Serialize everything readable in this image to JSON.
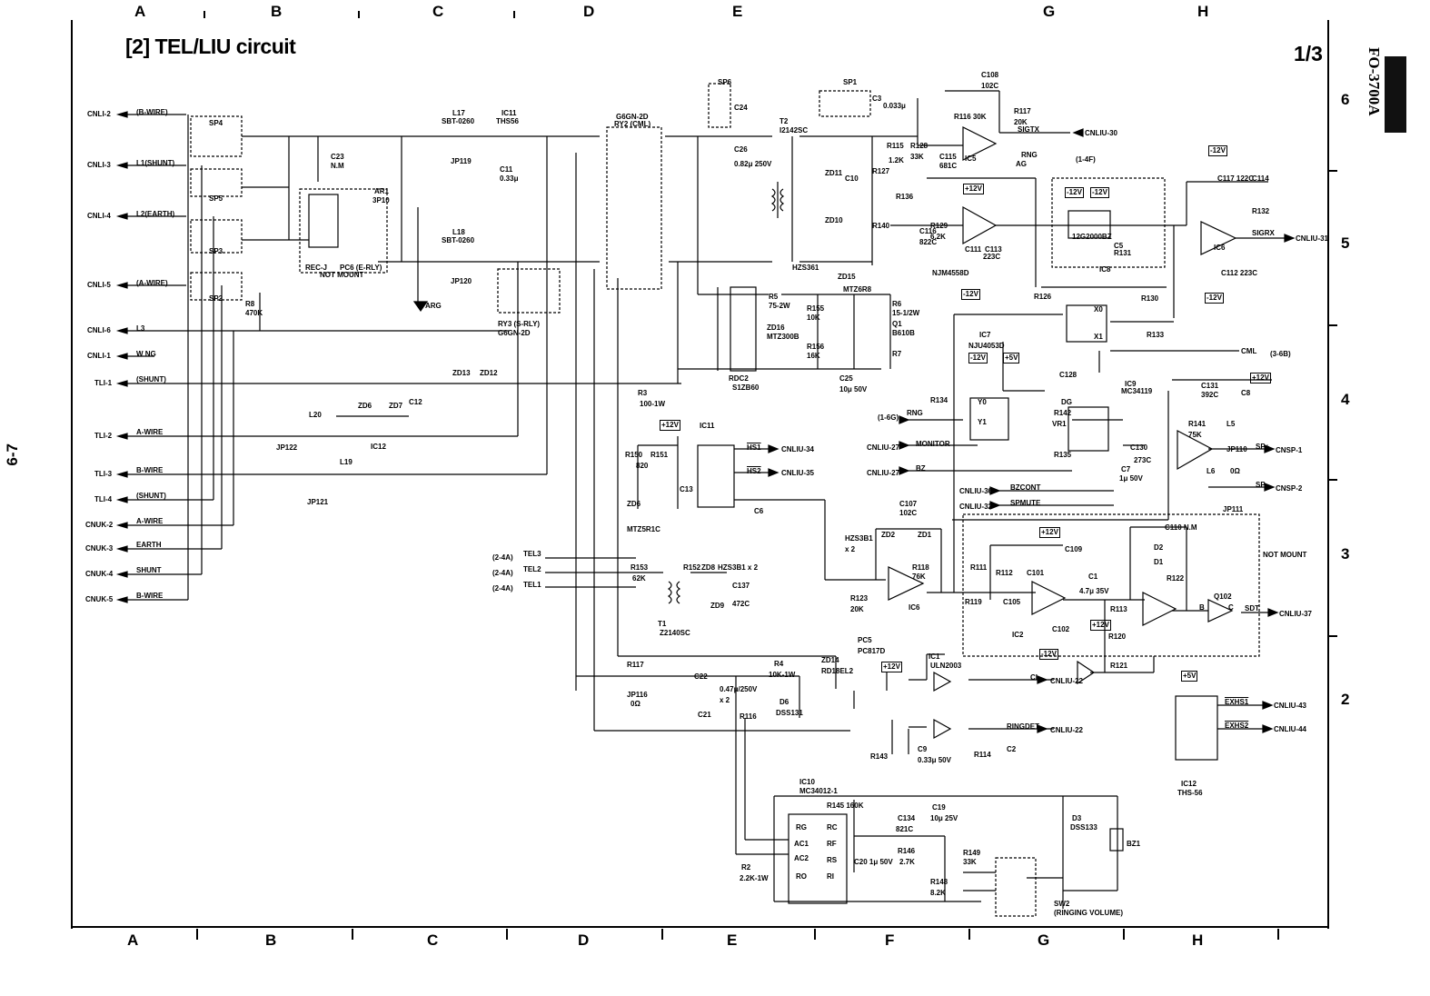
{
  "title": "[2] TEL/LIU circuit",
  "page": "1/3",
  "model": "FO-3700A",
  "page_number": "6-7",
  "zones_top": [
    "A",
    "B",
    "C",
    "D",
    "E",
    "G",
    "H"
  ],
  "zones_bottom": [
    "A",
    "B",
    "C",
    "D",
    "E",
    "F",
    "G",
    "H"
  ],
  "rows": [
    "6",
    "5",
    "4",
    "3",
    "2"
  ],
  "connectors_left": [
    {
      "name": "CNLI-2",
      "signal": "(B-WIRE)"
    },
    {
      "name": "CNLI-3",
      "signal": "L1(SHUNT)"
    },
    {
      "name": "CNLI-4",
      "signal": "L2(EARTH)"
    },
    {
      "name": "CNLI-5",
      "signal": "(A-WIRE)"
    },
    {
      "name": "CNLI-6",
      "signal": "L3"
    },
    {
      "name": "CNLI-1",
      "signal": "W NG"
    },
    {
      "name": "TLI-1",
      "signal": "(SHUNT)"
    },
    {
      "name": "TLI-2",
      "signal": "A-WIRE"
    },
    {
      "name": "TLI-3",
      "signal": "B-WIRE"
    },
    {
      "name": "TLI-4",
      "signal": "(SHUNT)"
    },
    {
      "name": "CNUK-2",
      "signal": "A-WIRE"
    },
    {
      "name": "CNUK-3",
      "signal": "EARTH"
    },
    {
      "name": "CNUK-4",
      "signal": "SHUNT"
    },
    {
      "name": "CNUK-5",
      "signal": "B-WIRE"
    }
  ],
  "tel_inputs": [
    {
      "ref": "(2-4A)",
      "signal": "TEL3"
    },
    {
      "ref": "(2-4A)",
      "signal": "TEL2"
    },
    {
      "ref": "(2-4A)",
      "signal": "TEL1"
    }
  ],
  "outputs_right": [
    {
      "signal": "SIGTX",
      "dest": "CNLIU-30"
    },
    {
      "signal": "RNG",
      "dest": "(1-4F)"
    },
    {
      "signal": "SIGRX",
      "dest": "CNLIU-31"
    },
    {
      "signal": "CML",
      "dest": "(3-6B)"
    },
    {
      "signal": "SP+",
      "dest": "CNSP-1"
    },
    {
      "signal": "SP-",
      "dest": "CNSP-2"
    },
    {
      "signal": "SDT",
      "dest": "CNLIU-37"
    },
    {
      "signal": "CI",
      "dest": "CNLIU-22"
    },
    {
      "signal": "RINGDET",
      "dest": "CNLIU-22"
    },
    {
      "signal": "EXHS1",
      "dest": "CNLIU-43"
    },
    {
      "signal": "EXHS2",
      "dest": "CNLIU-44"
    },
    {
      "signal": "HS1",
      "dest": "CNLIU-34"
    },
    {
      "signal": "HS2",
      "dest": "CNLIU-35"
    }
  ],
  "inputs_right": [
    {
      "ref": "(1-6G)",
      "signal": "RNG"
    },
    {
      "ref": "CNLIU-27",
      "signal": "MONITOR"
    },
    {
      "ref": "CNLIU-27",
      "signal": "BZ"
    },
    {
      "ref": "CNLIU-36",
      "signal": "BZCONT"
    },
    {
      "ref": "CNLIU-32",
      "signal": "SPMUTE"
    }
  ],
  "components": [
    {
      "text": "SP4"
    },
    {
      "text": "SP5"
    },
    {
      "text": "SP3"
    },
    {
      "text": "SP2"
    },
    {
      "text": "C23"
    },
    {
      "text": "N.M"
    },
    {
      "text": "AR1"
    },
    {
      "text": "3P10"
    },
    {
      "text": "REC-J"
    },
    {
      "text": "PC6 (E-RLY)"
    },
    {
      "text": "NOT MOUNT"
    },
    {
      "text": "ARG"
    },
    {
      "text": "R8"
    },
    {
      "text": "470K"
    },
    {
      "text": "L17"
    },
    {
      "text": "SBT-0260"
    },
    {
      "text": "IC11"
    },
    {
      "text": "THS56"
    },
    {
      "text": "JP119"
    },
    {
      "text": "C11"
    },
    {
      "text": "0.33μ"
    },
    {
      "text": "L18"
    },
    {
      "text": "SBT-0260"
    },
    {
      "text": "JP120"
    },
    {
      "text": "RY2 (CML)"
    },
    {
      "text": "G6GN-2D"
    },
    {
      "text": "RY3 (S-RLY)"
    },
    {
      "text": "G6GN-2D"
    },
    {
      "text": "SP6"
    },
    {
      "text": "C24"
    },
    {
      "text": "C26"
    },
    {
      "text": "0.82μ 250V"
    },
    {
      "text": "T2"
    },
    {
      "text": "I2142SC"
    },
    {
      "text": "SP1"
    },
    {
      "text": "C3"
    },
    {
      "text": "0.033μ"
    },
    {
      "text": "C108"
    },
    {
      "text": "102C"
    },
    {
      "text": "R116 30K"
    },
    {
      "text": "R117"
    },
    {
      "text": "20K"
    },
    {
      "text": "R115"
    },
    {
      "text": "1.2K"
    },
    {
      "text": "R128"
    },
    {
      "text": "33K"
    },
    {
      "text": "C115"
    },
    {
      "text": "681C"
    },
    {
      "text": "IC5"
    },
    {
      "text": "AG"
    },
    {
      "text": "ZD11"
    },
    {
      "text": "ZD10"
    },
    {
      "text": "C10"
    },
    {
      "text": "R127"
    },
    {
      "text": "R140"
    },
    {
      "text": "HZS361"
    },
    {
      "text": "ZD15"
    },
    {
      "text": "R136"
    },
    {
      "text": "C116"
    },
    {
      "text": "822C"
    },
    {
      "text": "R129"
    },
    {
      "text": "6.2K"
    },
    {
      "text": "C111"
    },
    {
      "text": "C113"
    },
    {
      "text": "223C"
    },
    {
      "text": "NJM4558D"
    },
    {
      "text": "12G2000BZ"
    },
    {
      "text": "IC8"
    },
    {
      "text": "C5"
    },
    {
      "text": "R131"
    },
    {
      "text": "C117 122C"
    },
    {
      "text": "C114"
    },
    {
      "text": "R132"
    },
    {
      "text": "IC6"
    },
    {
      "text": "C112 223C"
    },
    {
      "text": "R130"
    },
    {
      "text": "R133"
    },
    {
      "text": "R5"
    },
    {
      "text": "75-2W"
    },
    {
      "text": "ZD16"
    },
    {
      "text": "MTZ300B"
    },
    {
      "text": "R155"
    },
    {
      "text": "10K"
    },
    {
      "text": "R156"
    },
    {
      "text": "16K"
    },
    {
      "text": "MTZ6R8"
    },
    {
      "text": "R6"
    },
    {
      "text": "15-1/2W"
    },
    {
      "text": "Q1"
    },
    {
      "text": "B610B"
    },
    {
      "text": "R7"
    },
    {
      "text": "C25"
    },
    {
      "text": "10μ 50V"
    },
    {
      "text": "RDC2"
    },
    {
      "text": "S1ZB60"
    },
    {
      "text": "R3"
    },
    {
      "text": "100-1W"
    },
    {
      "text": "ZD13"
    },
    {
      "text": "ZD12"
    },
    {
      "text": "R126"
    },
    {
      "text": "IC7"
    },
    {
      "text": "NJU4053D"
    },
    {
      "text": "X0"
    },
    {
      "text": "X1"
    },
    {
      "text": "C128"
    },
    {
      "text": "DG"
    },
    {
      "text": "R134"
    },
    {
      "text": "Y0"
    },
    {
      "text": "Y1"
    },
    {
      "text": "R142"
    },
    {
      "text": "VR1"
    },
    {
      "text": "R135"
    },
    {
      "text": "IC9"
    },
    {
      "text": "MC34119"
    },
    {
      "text": "C131"
    },
    {
      "text": "392C"
    },
    {
      "text": "C8"
    },
    {
      "text": "R141"
    },
    {
      "text": "75K"
    },
    {
      "text": "L5"
    },
    {
      "text": "JP110"
    },
    {
      "text": "0Ω"
    },
    {
      "text": "C130"
    },
    {
      "text": "273C"
    },
    {
      "text": "C7"
    },
    {
      "text": "1μ 50V"
    },
    {
      "text": "L6"
    },
    {
      "text": "JP111"
    },
    {
      "text": "L20"
    },
    {
      "text": "ZD6"
    },
    {
      "text": "ZD7"
    },
    {
      "text": "C12"
    },
    {
      "text": "IC12"
    },
    {
      "text": "JP122"
    },
    {
      "text": "L19"
    },
    {
      "text": "JP121"
    },
    {
      "text": "R150"
    },
    {
      "text": "R151"
    },
    {
      "text": "820"
    },
    {
      "text": "IC11"
    },
    {
      "text": "C13"
    },
    {
      "text": "ZD6"
    },
    {
      "text": "MTZ5R1C"
    },
    {
      "text": "C6"
    },
    {
      "text": "C107"
    },
    {
      "text": "102C"
    },
    {
      "text": "ZD2"
    },
    {
      "text": "ZD1"
    },
    {
      "text": "HZS3B1"
    },
    {
      "text": "x 2"
    },
    {
      "text": "R118"
    },
    {
      "text": "76K"
    },
    {
      "text": "R123"
    },
    {
      "text": "20K"
    },
    {
      "text": "IC6"
    },
    {
      "text": "R111"
    },
    {
      "text": "R112"
    },
    {
      "text": "C101"
    },
    {
      "text": "C109"
    },
    {
      "text": "R119"
    },
    {
      "text": "C105"
    },
    {
      "text": "IC2"
    },
    {
      "text": "C102"
    },
    {
      "text": "C1"
    },
    {
      "text": "4.7μ 35V"
    },
    {
      "text": "R113"
    },
    {
      "text": "R120"
    },
    {
      "text": "R121"
    },
    {
      "text": "C110 N.M"
    },
    {
      "text": "D2"
    },
    {
      "text": "D1"
    },
    {
      "text": "R122"
    },
    {
      "text": "Q102"
    },
    {
      "text": "B"
    },
    {
      "text": "C"
    },
    {
      "text": "NOT MOUNT"
    },
    {
      "text": "R153"
    },
    {
      "text": "62K"
    },
    {
      "text": "R152"
    },
    {
      "text": "ZD8"
    },
    {
      "text": "HZS3B1 x 2"
    },
    {
      "text": "C137"
    },
    {
      "text": "472C"
    },
    {
      "text": "ZD9"
    },
    {
      "text": "T1"
    },
    {
      "text": "Z2140SC"
    },
    {
      "text": "PC5"
    },
    {
      "text": "PC817D"
    },
    {
      "text": "R117"
    },
    {
      "text": "JP116"
    },
    {
      "text": "0Ω"
    },
    {
      "text": "C22"
    },
    {
      "text": "0.47μ/250V"
    },
    {
      "text": "x 2"
    },
    {
      "text": "C21"
    },
    {
      "text": "R4"
    },
    {
      "text": "10K-1W"
    },
    {
      "text": "ZD14"
    },
    {
      "text": "RD18EL2"
    },
    {
      "text": "D6"
    },
    {
      "text": "DSS131"
    },
    {
      "text": "R116"
    },
    {
      "text": "IC1"
    },
    {
      "text": "ULN2003"
    },
    {
      "text": "R143"
    },
    {
      "text": "C9"
    },
    {
      "text": "0.33μ 50V"
    },
    {
      "text": "R114"
    },
    {
      "text": "C2"
    },
    {
      "text": "IC12"
    },
    {
      "text": "THS-56"
    },
    {
      "text": "IC10"
    },
    {
      "text": "MC34012-1"
    },
    {
      "text": "R145 160K"
    },
    {
      "text": "C134"
    },
    {
      "text": "821C"
    },
    {
      "text": "C19"
    },
    {
      "text": "10μ 25V"
    },
    {
      "text": "C20 1μ 50V"
    },
    {
      "text": "R146"
    },
    {
      "text": "2.7K"
    },
    {
      "text": "RG"
    },
    {
      "text": "AC1"
    },
    {
      "text": "AC2"
    },
    {
      "text": "RO"
    },
    {
      "text": "RC"
    },
    {
      "text": "RF"
    },
    {
      "text": "RS"
    },
    {
      "text": "RI"
    },
    {
      "text": "R2"
    },
    {
      "text": "2.2K-1W"
    },
    {
      "text": "D3"
    },
    {
      "text": "DSS133"
    },
    {
      "text": "BZ1"
    },
    {
      "text": "R149"
    },
    {
      "text": "33K"
    },
    {
      "text": "R148"
    },
    {
      "text": "8.2K"
    },
    {
      "text": "SW2"
    },
    {
      "text": "(RINGING VOLUME)"
    }
  ],
  "power_labels": [
    "-12V",
    "+12V",
    "+5V"
  ]
}
